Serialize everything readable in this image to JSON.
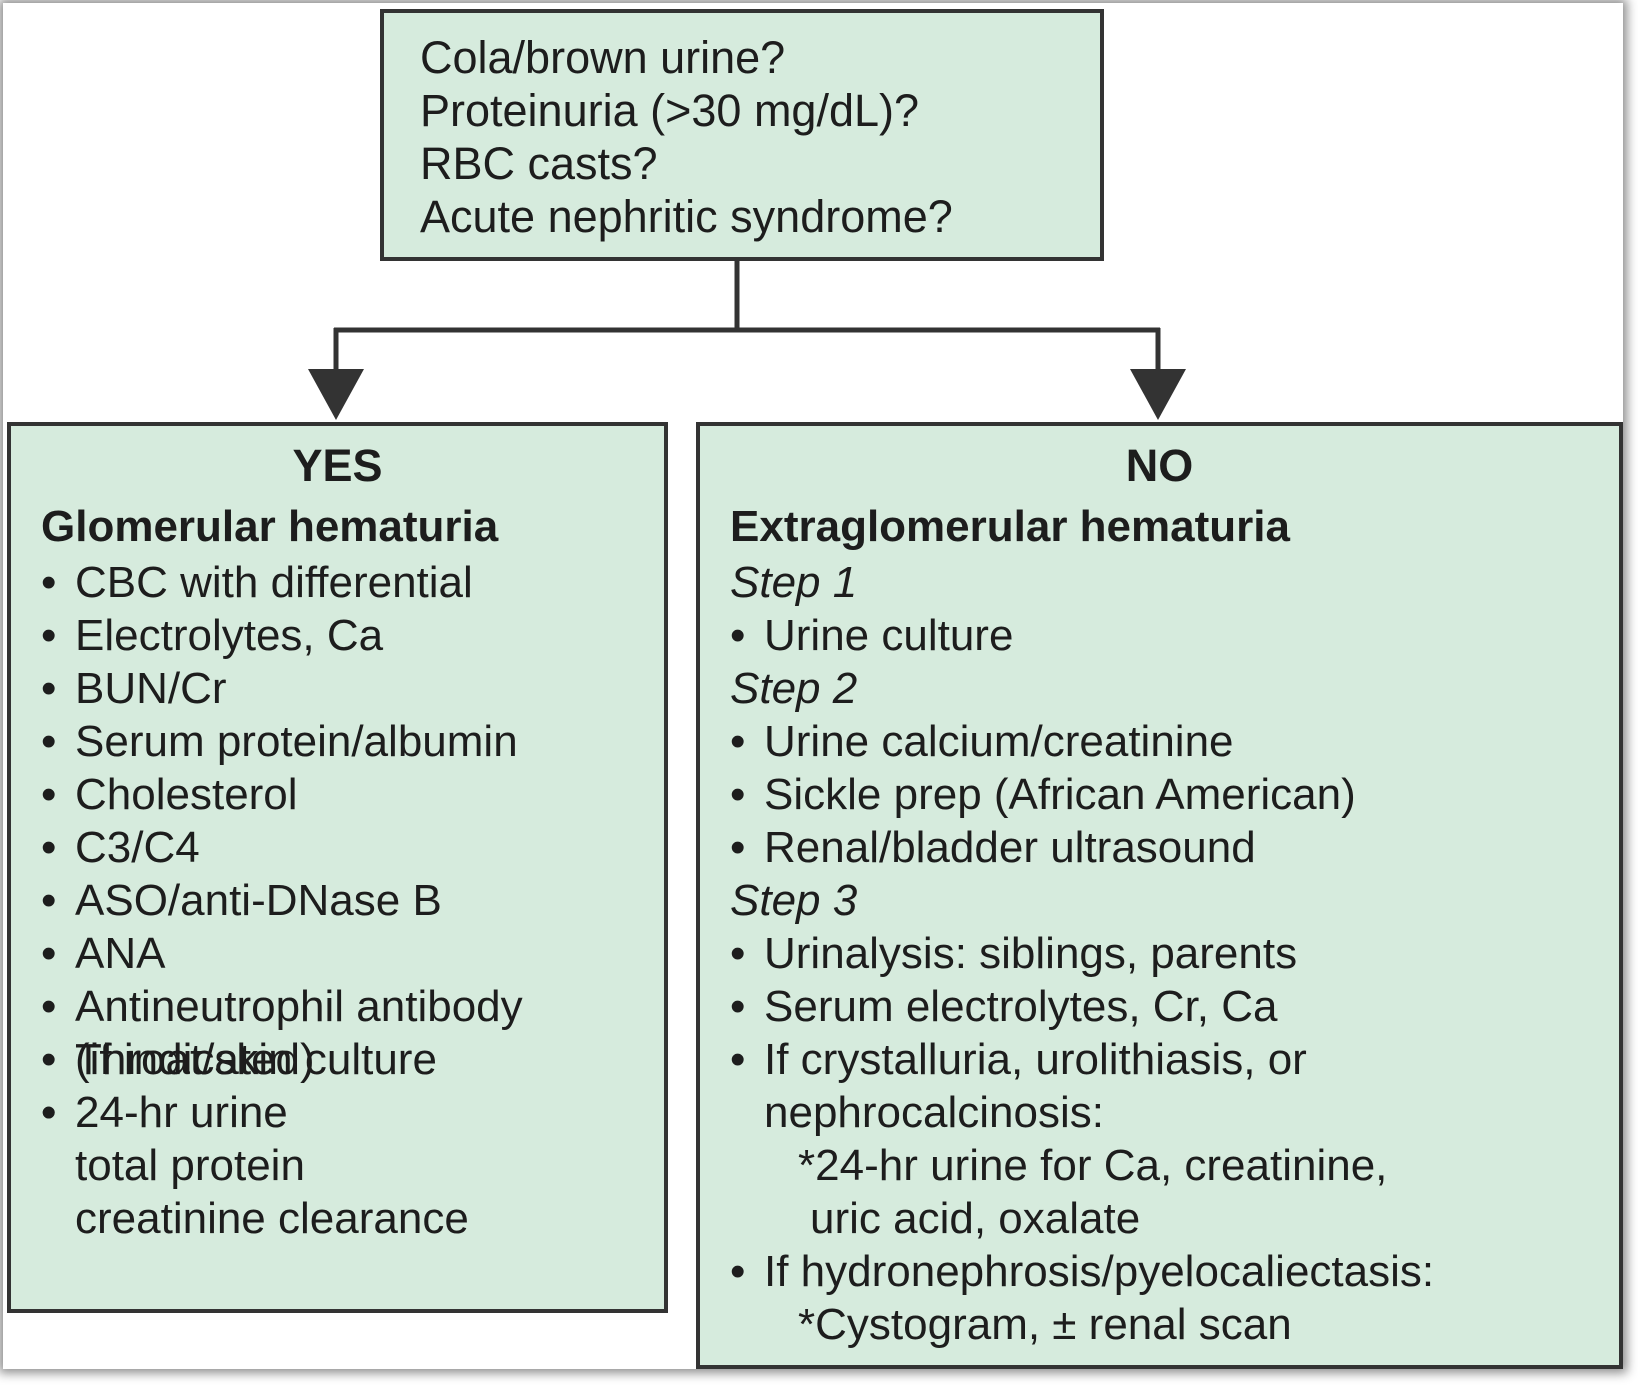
{
  "question": {
    "lines": [
      "Cola/brown urine?",
      "Proteinuria (>30 mg/dL)?",
      "RBC casts?",
      "Acute nephritic syndrome?"
    ]
  },
  "yes_branch": {
    "label": "YES",
    "title": "Glomerular hematuria",
    "items": [
      "CBC with differential",
      "Electrolytes, Ca",
      "BUN/Cr",
      "Serum protein/albumin",
      "Cholesterol",
      "C3/C4",
      "ASO/anti-DNase B",
      "ANA",
      "Antineutrophil antibody",
      "Throat/skin culture",
      "24-hr urine"
    ],
    "throat_culture_note": "(if indicated)",
    "urine_24hr_lines": [
      "total protein",
      "creatinine clearance"
    ]
  },
  "no_branch": {
    "label": "NO",
    "title": "Extraglomerular hematuria",
    "step1": {
      "label": "Step 1",
      "items": [
        "Urine culture"
      ]
    },
    "step2": {
      "label": "Step 2",
      "items": [
        "Urine calcium/creatinine",
        "Sickle prep (African American)",
        "Renal/bladder ultrasound"
      ]
    },
    "step3": {
      "label": "Step 3",
      "items": [
        "Urinalysis: siblings, parents",
        "Serum electrolytes, Cr, Ca",
        "If crystalluria, urolithiasis, or",
        "If hydronephrosis/pyelocaliectasis:"
      ],
      "crystalluria_continuation": "nephrocalcinosis:",
      "crystalluria_subnote": [
        "*24-hr urine for Ca, creatinine,",
        "uric acid, oxalate"
      ],
      "hydronephrosis_subnote": "*Cystogram, ± renal scan"
    }
  },
  "colors": {
    "box_fill": "#d6ebdd",
    "border": "#333333",
    "text": "#1d1d1d"
  }
}
